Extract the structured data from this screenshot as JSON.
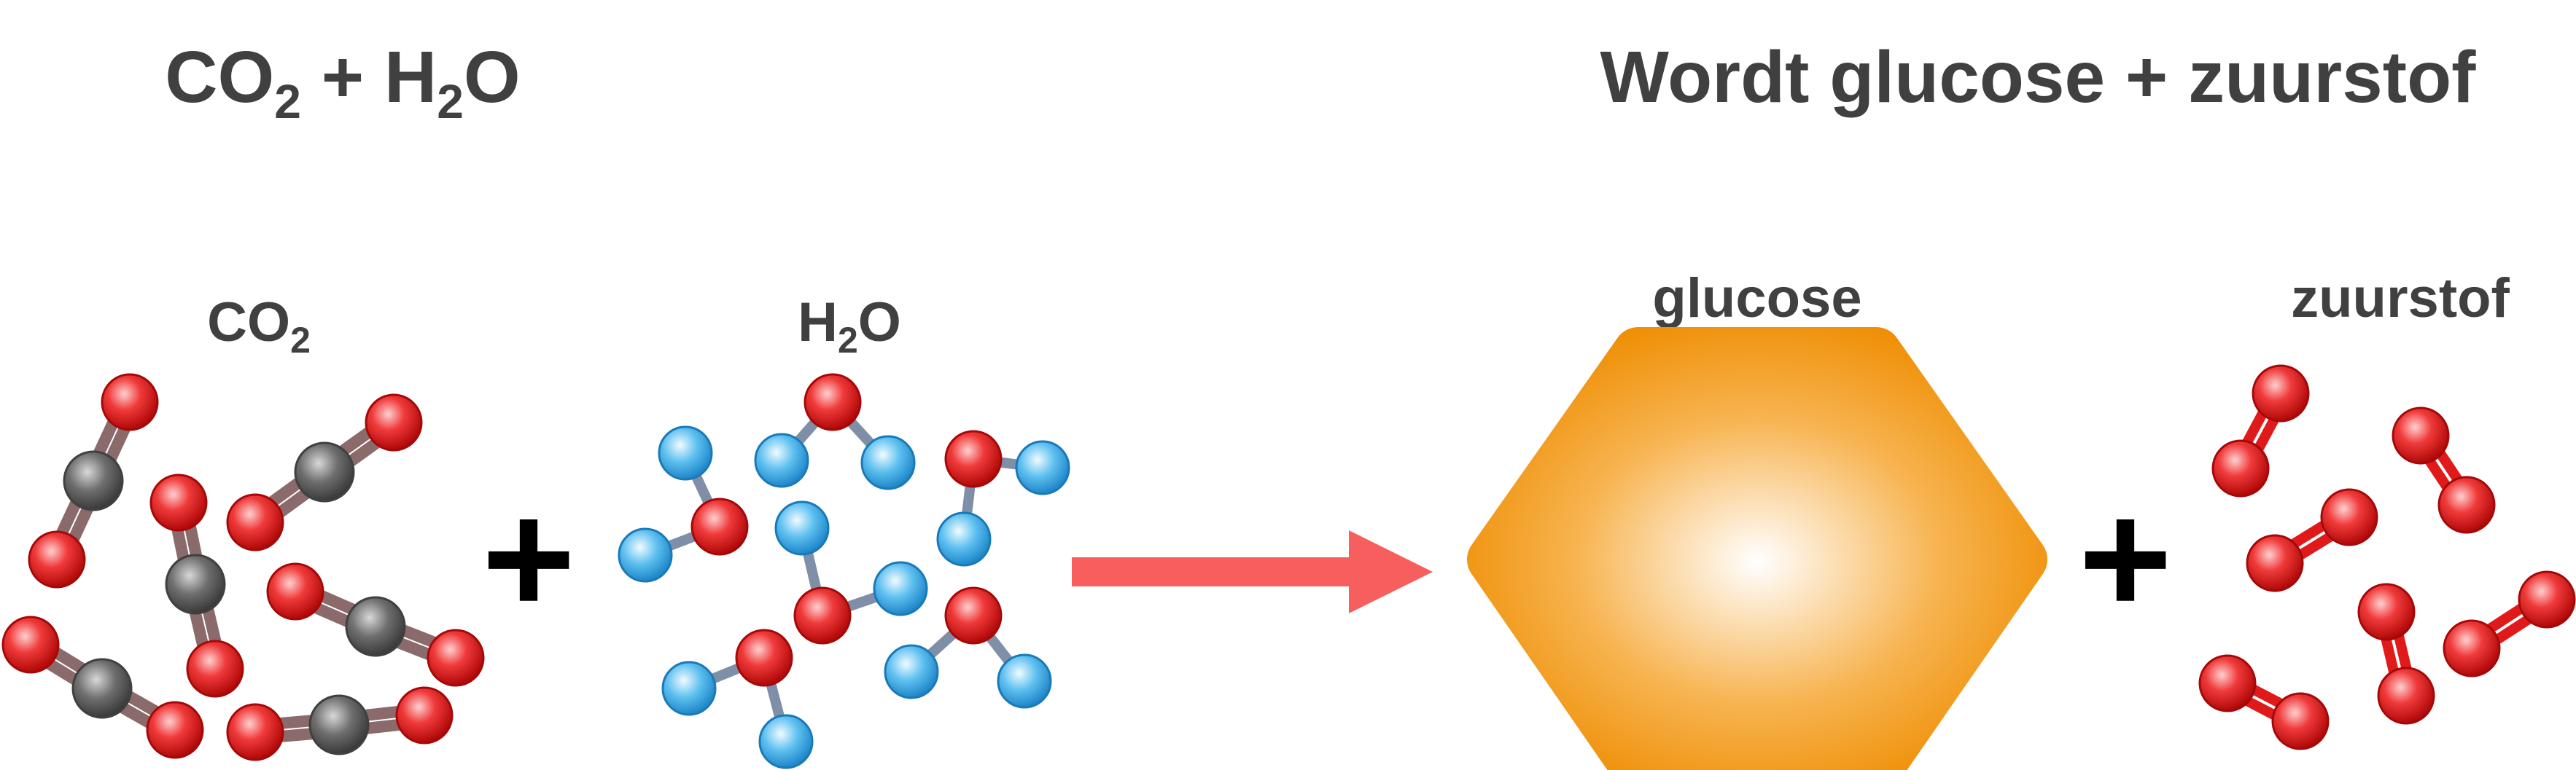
{
  "headings": {
    "reactants": {
      "t1": "CO",
      "s1": "2",
      "t2": " + H",
      "s2": "2",
      "t3": "O"
    },
    "products": "Wordt glucose + zuurstof"
  },
  "labels": {
    "co2": {
      "main": "CO",
      "sub": "2"
    },
    "h2o": {
      "pre": "H",
      "sub": "2",
      "post": "O"
    },
    "glucose": "glucose",
    "oxygen": "zuurstof"
  },
  "operators": {
    "plus": "+"
  },
  "colors": {
    "oxygen_atom": "#e8191c",
    "carbon_atom": "#6a6a6a",
    "hydrogen_atom": "#2f9fe0",
    "arrow": "#f75f5f",
    "glucose": "#f0920b",
    "text": "#404040"
  },
  "molecule_counts": {
    "co2": 6,
    "h2o": 6,
    "o2": 6,
    "glucose": 1
  }
}
